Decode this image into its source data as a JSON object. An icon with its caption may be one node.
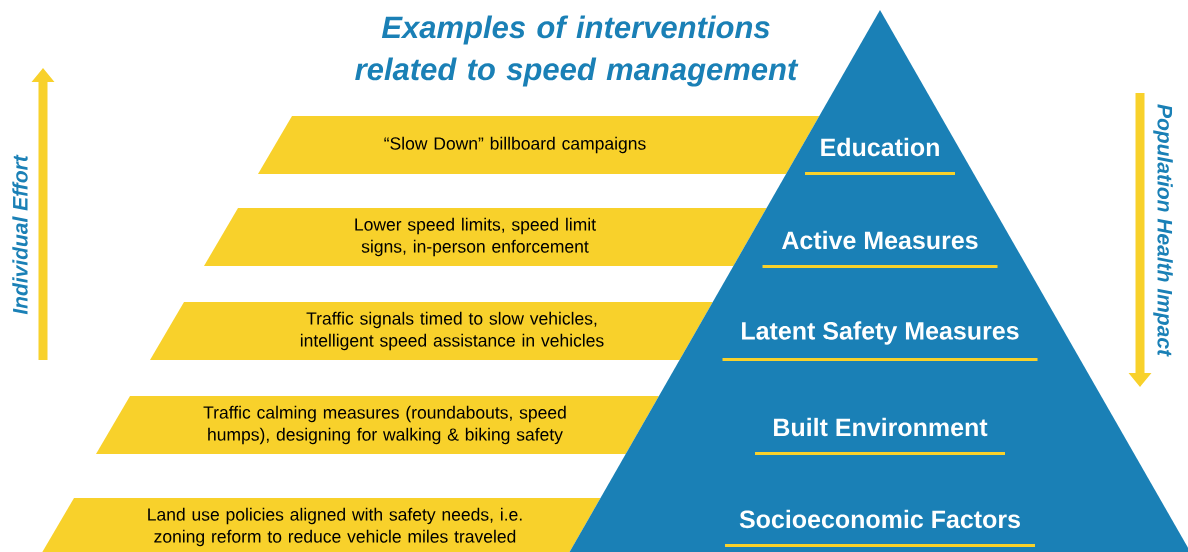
{
  "diagram": {
    "title": "Examples of interventions related to speed management",
    "nodes": [
      {
        "text": [
          "Education",
          "Active Measures",
          "Latent Safety Measures",
          "Built Environment",
          "Socioeconomic Factors"
        ]
      },
      {
        "text": [
          "“Slow Down” billboard campaigns"
        ]
      },
      {
        "text": [
          "Lower speed limits, speed limit signs, in-person enforcement"
        ]
      },
      {
        "text": [
          "Traffic signals timed to slow vehicles, intelligent speed assistance in vehicles"
        ]
      },
      {
        "text": [
          "Traffic calming measures (roundabouts, speed humps), designing for walking & biking safety"
        ]
      },
      {
        "text": [
          "Land use policies aligned with safety needs, i.e. zoning reform to reduce vehicle miles traveled"
        ]
      }
    ],
    "labels": [
      "Individual Effort",
      "Population Health Impact"
    ]
  }
}
